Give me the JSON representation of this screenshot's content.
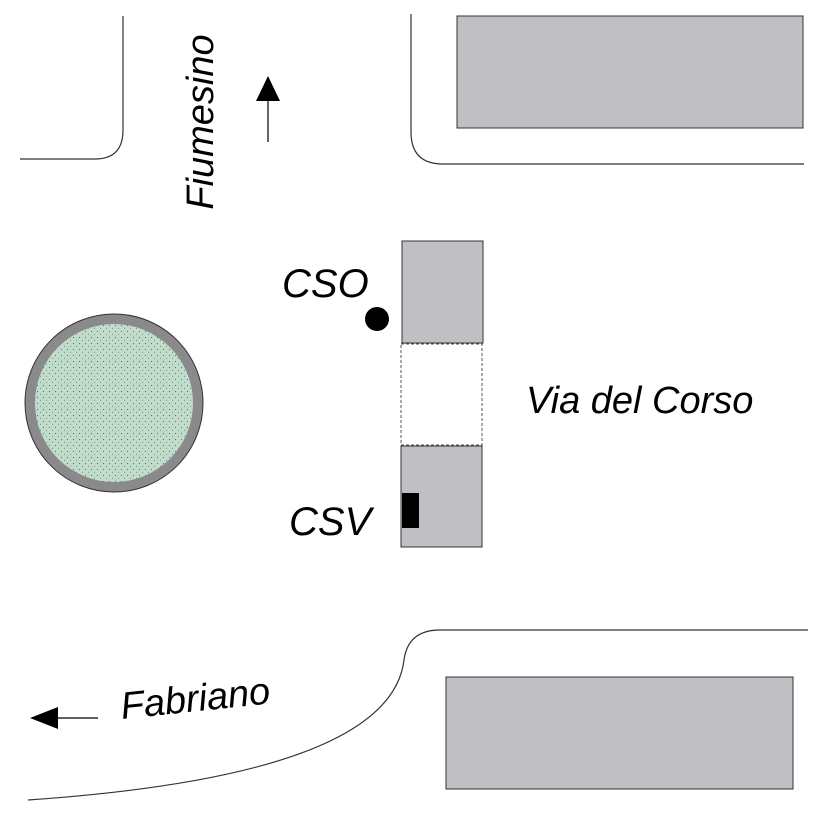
{
  "labels": {
    "street_north": "Fiumesino",
    "street_east": "Via del Corso",
    "street_southwest": "Fabriano",
    "marker_circle": "CSO",
    "marker_square": "CSV"
  },
  "colors": {
    "building": "#c0c0c4",
    "roundabout_ring": "#8a8a8c",
    "roundabout_fill": "#c2dccb",
    "roundabout_dots": "#4f7a5e",
    "road_edge": "#333333",
    "marker": "#000000"
  },
  "icons": {
    "direction_north": "arrow-up-icon",
    "direction_west": "arrow-left-icon",
    "marker_circle": "filled-circle-icon",
    "marker_square": "filled-rectangle-icon"
  }
}
